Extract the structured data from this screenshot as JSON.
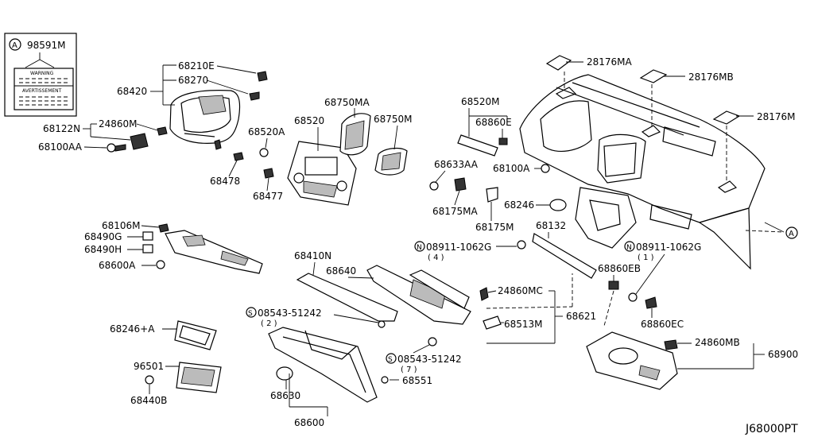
{
  "inset": {
    "callout_letter": "A",
    "part_no": "98591M",
    "label_warning_title": "WARNING",
    "label_avert_title": "AVERTISSEMENT"
  },
  "parts": {
    "p68210E": "68210E",
    "p68270": "68270",
    "p68420": "68420",
    "p24860M": "24860M",
    "p68122N": "68122N",
    "p68100AA": "68100AA",
    "p68750MA": "68750MA",
    "p68750M": "68750M",
    "p68520A": "68520A",
    "p68520": "68520",
    "p68478": "68478",
    "p68477": "68477",
    "p68520M": "68520M",
    "p68860E": "68860E",
    "p68100A": "68100A",
    "p68633AA": "68633AA",
    "p68175MA": "68175MA",
    "p68175M": "68175M",
    "p68246": "68246",
    "p68132": "68132",
    "p28176MA": "28176MA",
    "p28176MB": "28176MB",
    "p28176M": "28176M",
    "p68106M": "68106M",
    "p68490G": "68490G",
    "p68490H": "68490H",
    "p68600A": "68600A",
    "p08911_left": "08911-1062G",
    "p08911_left_qty": "( 4 )",
    "p08911_right": "08911-1062G",
    "p08911_right_qty": "( 1 )",
    "p68410N": "68410N",
    "p68640": "68640",
    "p24860MC": "24860MC",
    "p68860EB": "68860EB",
    "p68513M": "68513M",
    "p68621": "68621",
    "p68860EC": "68860EC",
    "p08543_top": "08543-51242",
    "p08543_top_qty": "( 2 )",
    "p08543_bot": "08543-51242",
    "p08543_bot_qty": "( 7 )",
    "p68246A": "68246+A",
    "p96501": "96501",
    "p68440B": "68440B",
    "p68630": "68630",
    "p68600": "68600",
    "p68551": "68551",
    "p24860MB": "24860MB",
    "p68900": "68900"
  },
  "symbols": {
    "callout_A": "A",
    "nut_N": "N",
    "screw_S": "S"
  },
  "diagram_code": "J68000PT"
}
